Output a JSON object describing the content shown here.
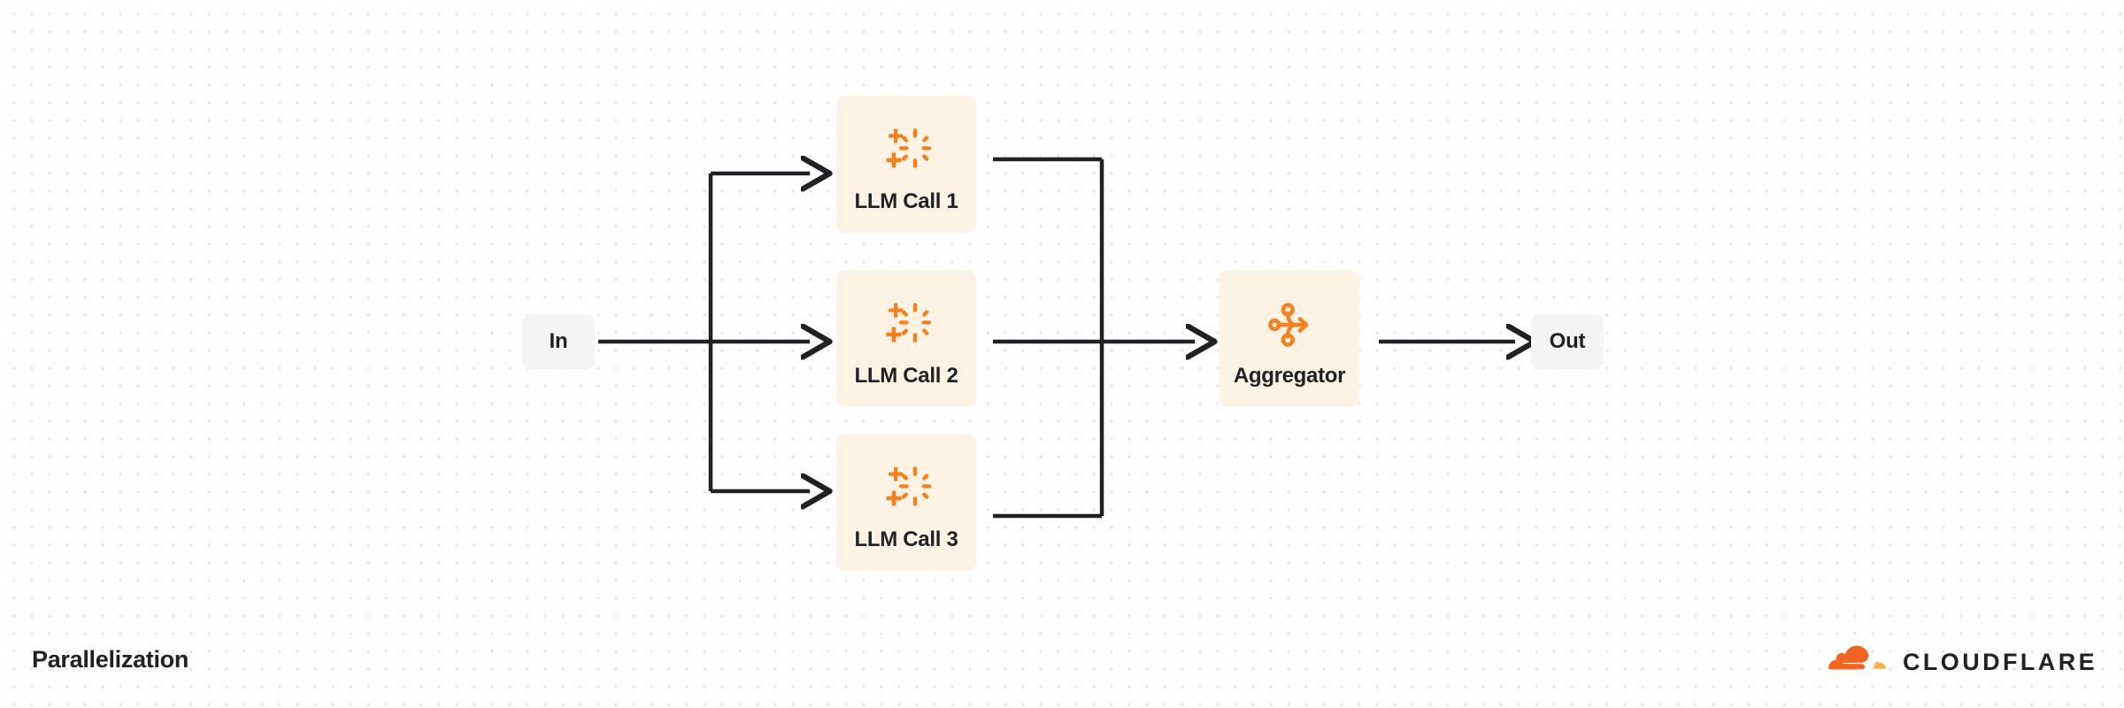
{
  "diagram": {
    "title": "Parallelization",
    "type": "flow-diagram",
    "background": "#ffffff",
    "dot_grid_color": "#e6e6e6",
    "colors": {
      "accent": "#f48120",
      "process_node_bg": "#fdf2e3",
      "io_node_bg": "#f4f4f5",
      "text": "#1f2124",
      "wire": "#1f2124"
    },
    "nodes": [
      {
        "id": "in",
        "label": "In",
        "kind": "io",
        "icon": null
      },
      {
        "id": "llm1",
        "label": "LLM Call 1",
        "kind": "process",
        "icon": "sparkle-ai-icon"
      },
      {
        "id": "llm2",
        "label": "LLM Call 2",
        "kind": "process",
        "icon": "sparkle-ai-icon"
      },
      {
        "id": "llm3",
        "label": "LLM Call 3",
        "kind": "process",
        "icon": "sparkle-ai-icon"
      },
      {
        "id": "aggregator",
        "label": "Aggregator",
        "kind": "process",
        "icon": "merge-arrow-icon"
      },
      {
        "id": "out",
        "label": "Out",
        "kind": "io",
        "icon": null
      }
    ],
    "edges": [
      {
        "from": "in",
        "to": "llm1",
        "style": "elbow",
        "arrow": true
      },
      {
        "from": "in",
        "to": "llm2",
        "style": "straight",
        "arrow": true
      },
      {
        "from": "in",
        "to": "llm3",
        "style": "elbow",
        "arrow": true
      },
      {
        "from": "llm1",
        "to": "aggregator",
        "style": "elbow",
        "arrow": false
      },
      {
        "from": "llm2",
        "to": "aggregator",
        "style": "straight",
        "arrow": true
      },
      {
        "from": "llm3",
        "to": "aggregator",
        "style": "elbow",
        "arrow": false
      },
      {
        "from": "aggregator",
        "to": "out",
        "style": "straight",
        "arrow": true
      }
    ]
  },
  "brand": {
    "name": "CLOUDFLARE",
    "logo_icon": "cloudflare-cloud-icon",
    "logo_color_dark": "#f16522",
    "logo_color_light": "#faae40"
  }
}
